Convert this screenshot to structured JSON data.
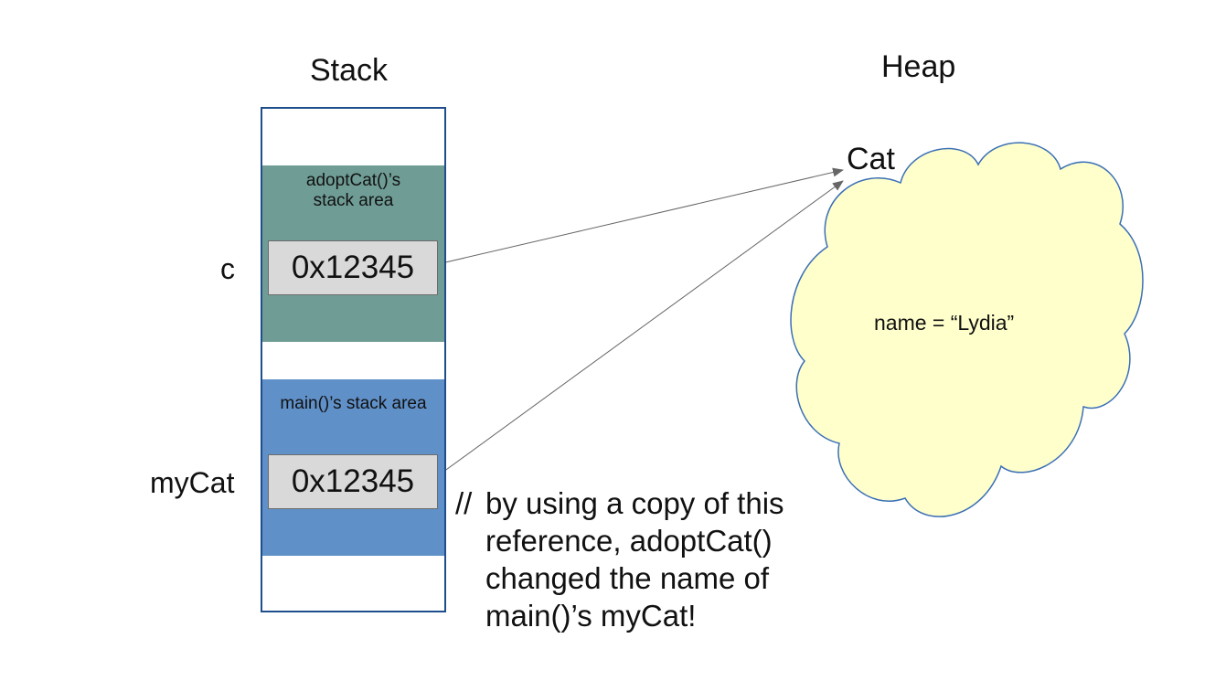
{
  "titles": {
    "stack": "Stack",
    "heap": "Heap"
  },
  "stack": {
    "adopt_frame": {
      "title_line1": "adoptCat()’s",
      "title_line2": "stack area",
      "variable": "c",
      "value": "0x12345"
    },
    "main_frame": {
      "title": "main()’s stack area",
      "variable": "myCat",
      "value": "0x12345"
    }
  },
  "heap": {
    "object_type": "Cat",
    "field": "name = “Lydia”"
  },
  "comment": {
    "prefix": "//",
    "lines": [
      "by using a copy of this",
      "reference, adoptCat()",
      "changed the name of",
      "main()’s myCat!"
    ]
  },
  "colors": {
    "stack_border": "#1f4e8c",
    "adopt_frame": "#6f9d96",
    "main_frame": "#6090c8",
    "reference_box": "#d9d9d9",
    "heap_cloud_fill": "#ffffcc",
    "heap_cloud_stroke": "#3a6fb5",
    "arrow": "#666666"
  }
}
